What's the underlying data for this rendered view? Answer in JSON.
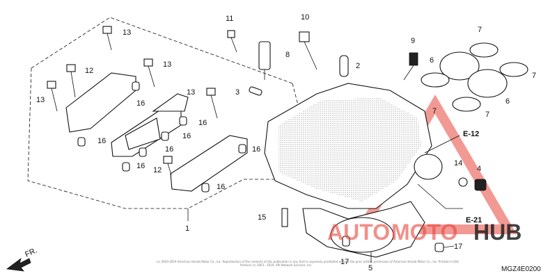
{
  "diagram": {
    "callouts": [
      {
        "id": "c13a",
        "text": "13"
      },
      {
        "id": "c12a",
        "text": "12"
      },
      {
        "id": "c13b",
        "text": "13"
      },
      {
        "id": "c13c",
        "text": "13"
      },
      {
        "id": "c13d",
        "text": "13"
      },
      {
        "id": "c16a",
        "text": "16"
      },
      {
        "id": "c16b",
        "text": "16"
      },
      {
        "id": "c16c",
        "text": "16"
      },
      {
        "id": "c16d",
        "text": "16"
      },
      {
        "id": "c16e",
        "text": "16"
      },
      {
        "id": "c16f",
        "text": "16"
      },
      {
        "id": "c16g",
        "text": "16"
      },
      {
        "id": "c16h",
        "text": "16"
      },
      {
        "id": "c12b",
        "text": "12"
      },
      {
        "id": "c1",
        "text": "1"
      },
      {
        "id": "c11",
        "text": "11"
      },
      {
        "id": "c10",
        "text": "10"
      },
      {
        "id": "c8",
        "text": "8"
      },
      {
        "id": "c3",
        "text": "3"
      },
      {
        "id": "c2",
        "text": "2"
      },
      {
        "id": "c9",
        "text": "9"
      },
      {
        "id": "c7a",
        "text": "7"
      },
      {
        "id": "c6a",
        "text": "6"
      },
      {
        "id": "c7b",
        "text": "7"
      },
      {
        "id": "c7c",
        "text": "7"
      },
      {
        "id": "c6b",
        "text": "6"
      },
      {
        "id": "c7d",
        "text": "7"
      },
      {
        "id": "c14",
        "text": "14"
      },
      {
        "id": "c4",
        "text": "4"
      },
      {
        "id": "c15",
        "text": "15"
      },
      {
        "id": "c17a",
        "text": "17"
      },
      {
        "id": "c17b",
        "text": "17"
      },
      {
        "id": "c5",
        "text": "5"
      }
    ],
    "refs": [
      {
        "id": "e12",
        "text": "E-12"
      },
      {
        "id": "e21",
        "text": "E-21"
      }
    ],
    "front_label": "FR.",
    "part_code": "MGZ4E0200",
    "copyright_line1": "(c) 2003-2019 American Honda Motor Co., Inc. Reproduction of the contents of this publication in any form is expressly prohibited without the prior written permission of American Honda Motor Co., Inc. Printed in USA.",
    "copyright_line2": "Portions (c) 2003 - 2019, ARI Network Services, Inc.",
    "watermark_auto": "AUTO",
    "watermark_moto": "MOTO",
    "watermark_hub": "HUB"
  },
  "colors": {
    "watermark_red": "#e8463c",
    "watermark_dark": "#222222",
    "line": "#111111"
  }
}
